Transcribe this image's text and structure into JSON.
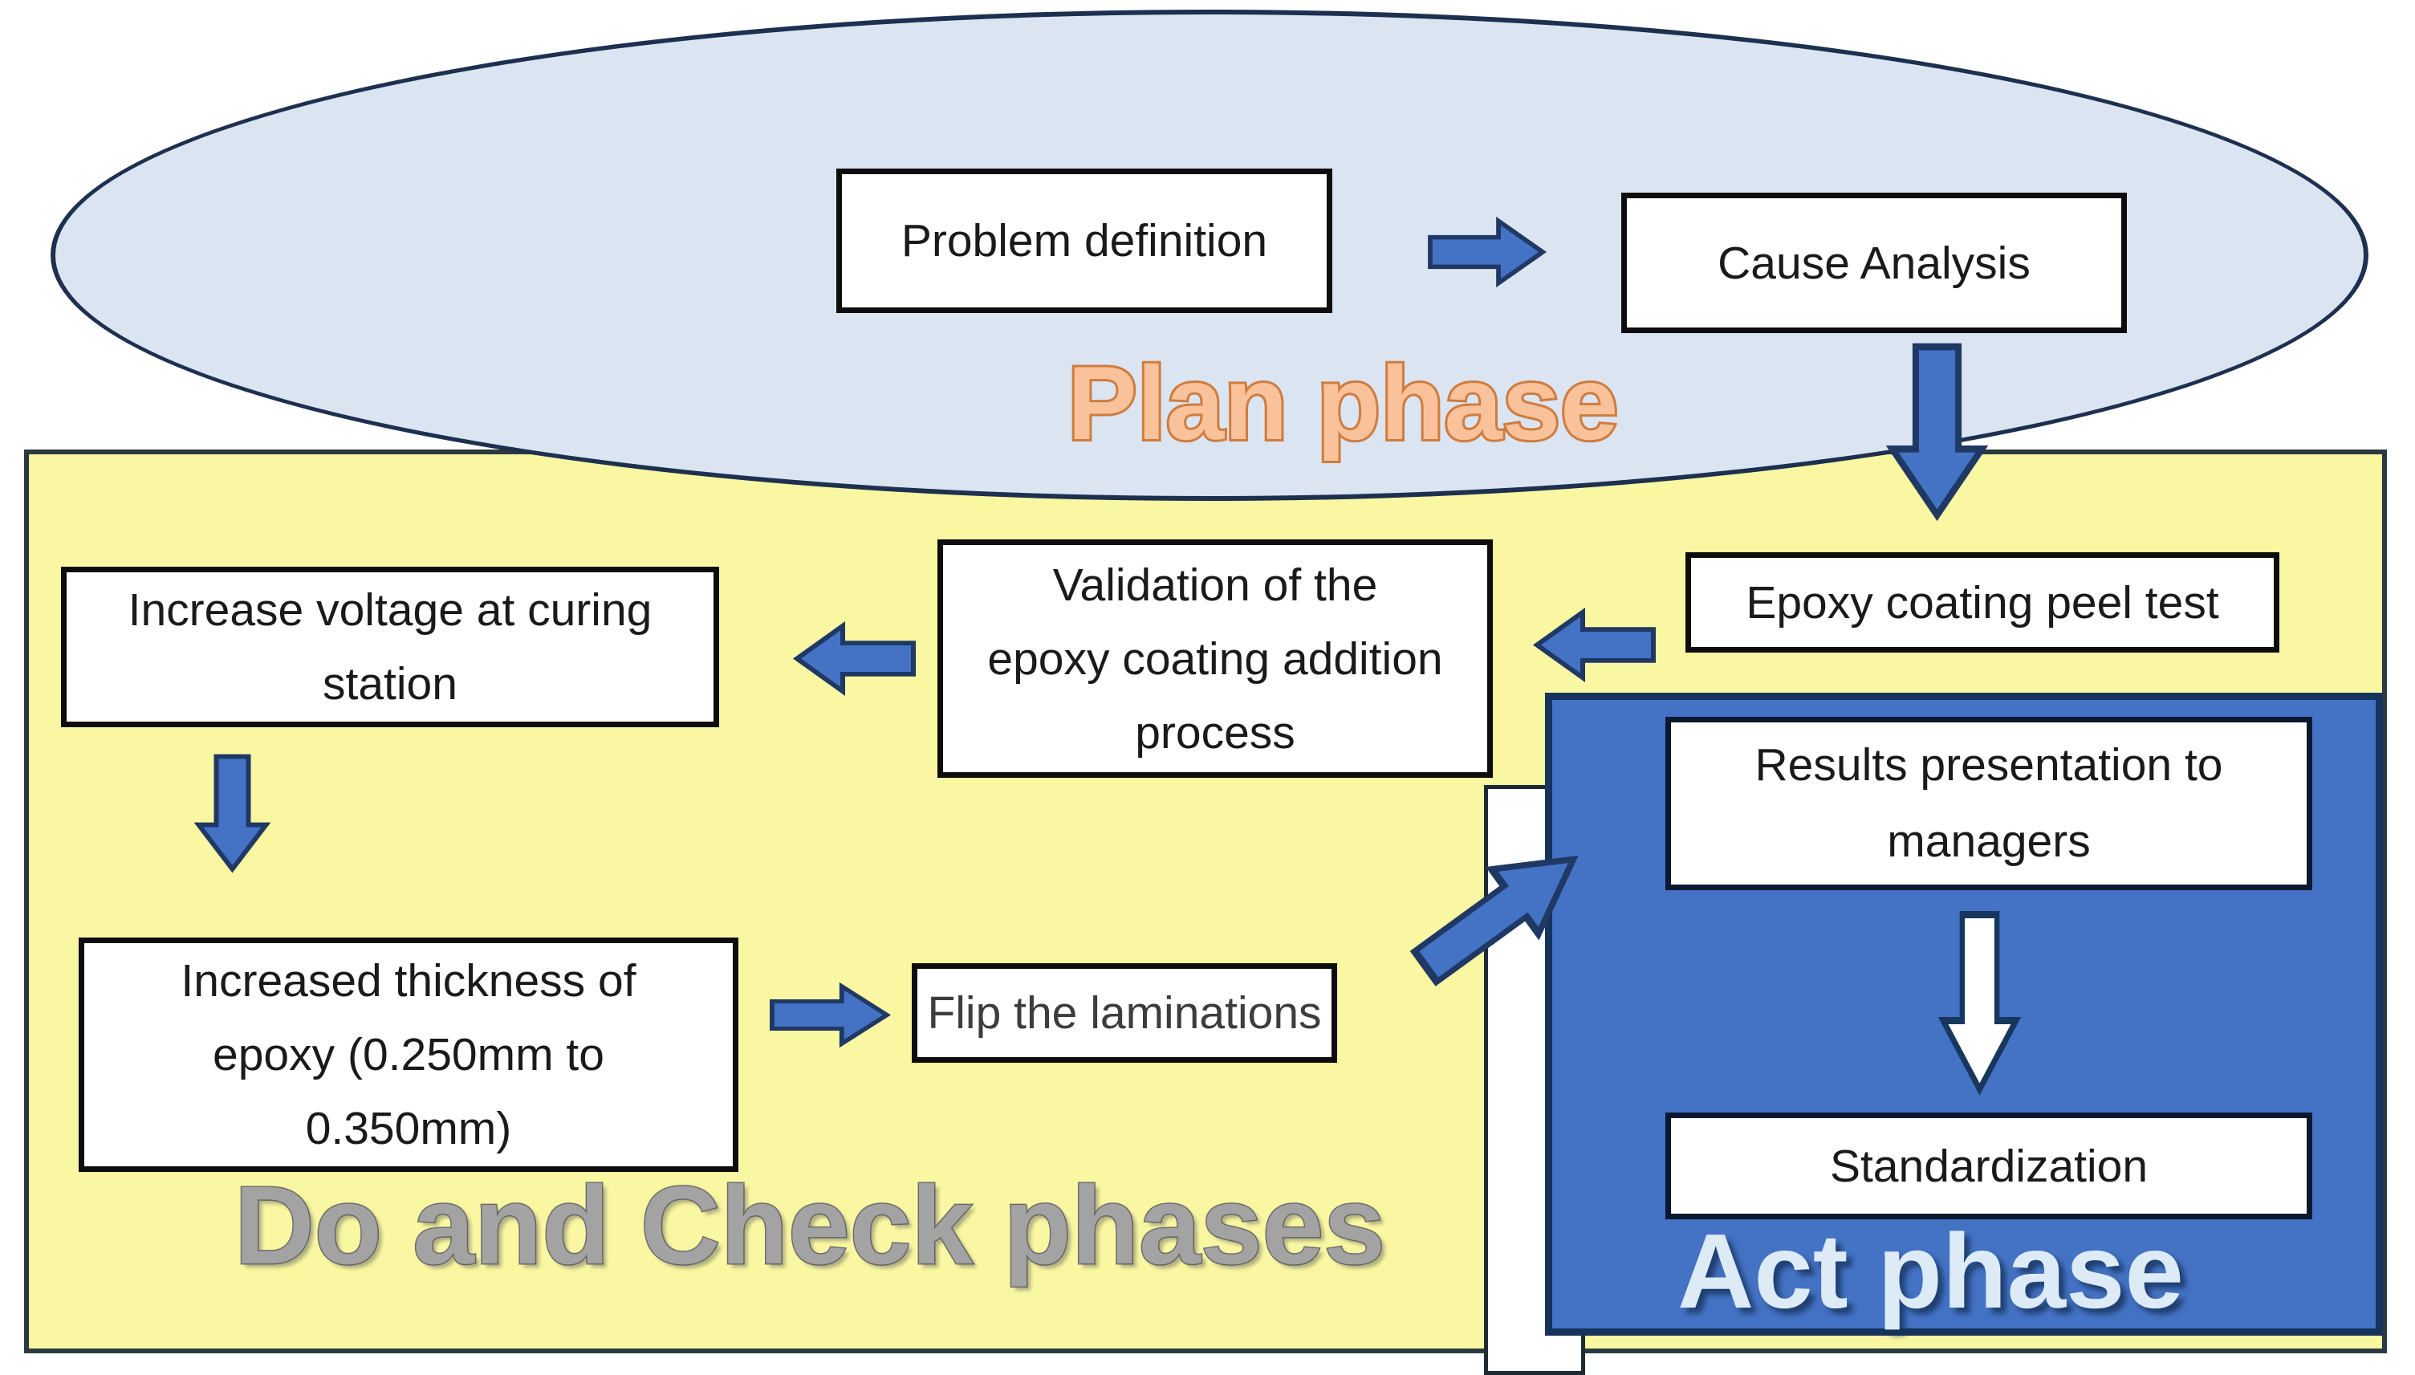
{
  "title": "PDCA improvement cycle diagram",
  "phases": {
    "plan": {
      "label": "Plan phase"
    },
    "do_check": {
      "label": "Do and Check phases"
    },
    "act": {
      "label": "Act phase"
    }
  },
  "nodes": {
    "problem_definition": {
      "label": "Problem definition"
    },
    "cause_analysis": {
      "label": "Cause Analysis"
    },
    "epoxy_peel_test": {
      "label": "Epoxy coating peel test"
    },
    "validation": {
      "label": "Validation of the\nepoxy coating addition\nprocess"
    },
    "increase_voltage": {
      "label": "Increase voltage at curing\nstation"
    },
    "increased_thickness": {
      "label": "Increased thickness of\nepoxy (0.250mm to\n0.350mm)"
    },
    "flip_laminations": {
      "label": "Flip the laminations"
    },
    "results_presentation": {
      "label": "Results presentation to\nmanagers"
    },
    "standardization": {
      "label": "Standardization"
    }
  },
  "flow": [
    {
      "from": "problem_definition",
      "to": "cause_analysis",
      "direction": "right"
    },
    {
      "from": "cause_analysis",
      "to": "epoxy_peel_test",
      "direction": "down"
    },
    {
      "from": "epoxy_peel_test",
      "to": "validation",
      "direction": "left"
    },
    {
      "from": "validation",
      "to": "increase_voltage",
      "direction": "left"
    },
    {
      "from": "increase_voltage",
      "to": "increased_thickness",
      "direction": "down"
    },
    {
      "from": "increased_thickness",
      "to": "flip_laminations",
      "direction": "right"
    },
    {
      "from": "flip_laminations",
      "to": "results_presentation",
      "direction": "up-right"
    },
    {
      "from": "results_presentation",
      "to": "standardization",
      "direction": "down"
    }
  ],
  "colors": {
    "ellipse_fill": "#dbe5f2",
    "ellipse_stroke": "#1e3050",
    "plan_text_fill": "#f9c29a",
    "plan_text_stroke": "#cf7c3e",
    "do_check_fill": "#f9f7a1",
    "do_check_stroke": "#2b3a40",
    "do_check_text": "#a3a3a3",
    "do_check_text_stroke": "#6e6e6e",
    "act_fill": "#4472c4",
    "act_stroke": "#15335c",
    "act_text": "#ddebf7",
    "arrow_fill": "#4472c4",
    "arrow_stroke": "#1f3864",
    "white_arrow_fill": "#ffffff",
    "white_arrow_stroke": "#17375e",
    "node_fill": "#ffffff",
    "node_stroke": "#0d0d0d",
    "node_text": "#1a1a1a"
  }
}
